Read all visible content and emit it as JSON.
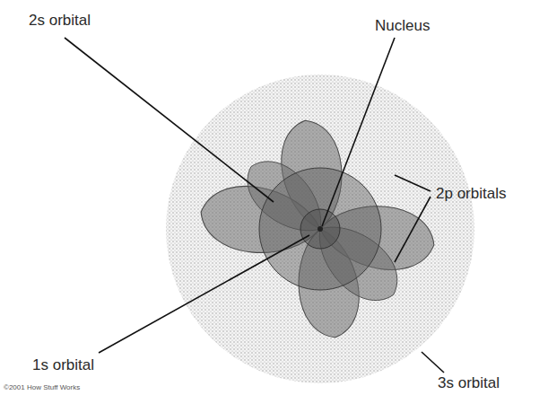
{
  "diagram": {
    "labels": [
      "2s orbital",
      "Nucleus",
      "2p orbitals",
      "1s orbital",
      "3s orbital",
      "©2001 How Stuff Works"
    ]
  }
}
